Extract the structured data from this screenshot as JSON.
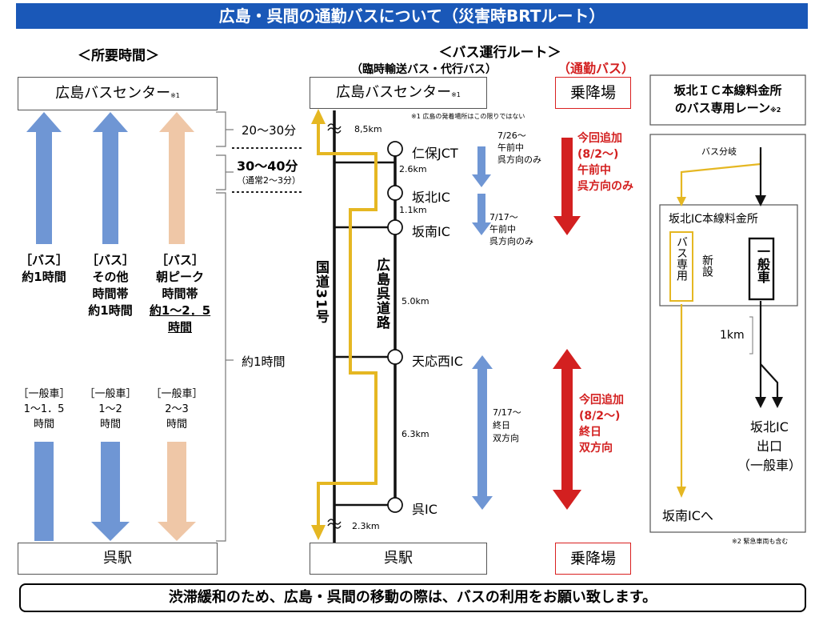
{
  "title": "広島・呉間の通勤バスについて（災害時BRTルート）",
  "left": {
    "heading": "＜所要時間＞",
    "top_station": "広島バスセンター",
    "top_station_note": "※1",
    "bottom_station": "呉駅",
    "bus_labels": [
      {
        "header": "［バス］",
        "lines": [
          "約1時間"
        ]
      },
      {
        "header": "［バス］",
        "lines": [
          "その他",
          "時間帯",
          "約1時間"
        ]
      },
      {
        "header": "［バス］",
        "lines": [
          "朝ピーク",
          "時間帯",
          "約1～2．5",
          "時間"
        ]
      }
    ],
    "car_labels": [
      {
        "header": "［一般車］",
        "lines": [
          "1～1．5",
          "時間"
        ]
      },
      {
        "header": "［一般車］",
        "lines": [
          "1～2",
          "時間"
        ]
      },
      {
        "header": "［一般車］",
        "lines": [
          "2～3",
          "時間"
        ]
      }
    ],
    "arrow_colors": {
      "blue": "#6f96d4",
      "peach": "#efc7a7"
    },
    "time_segments": {
      "seg1": "20～30分",
      "seg2_main": "30～40分",
      "seg2_sub": "（通常2～3分）",
      "seg3": "約1時間"
    }
  },
  "route": {
    "heading": "＜バス運行ルート＞",
    "subheading": "（臨時輸送バス・代行バス）",
    "commute_label": "（通勤バス）",
    "top_station": "広島バスセンター",
    "top_station_note": "※1",
    "footnote1": "※1 広島の発着場所はこの限りではない",
    "bottom_station": "呉駅",
    "stop_label_top": "乗降場",
    "stop_label_bottom": "乗降場",
    "road_national": "国道31号",
    "road_expressway": "広島呉道路",
    "nodes": [
      "仁保JCT",
      "坂北IC",
      "坂南IC",
      "天応西IC",
      "呉IC"
    ],
    "distances": [
      "8,5km",
      "2.6km",
      "1.1km",
      "5.0km",
      "6.3km",
      "2.3km"
    ],
    "blue_notes": [
      {
        "lines": [
          "7/26～",
          "午前中",
          "呉方向のみ"
        ]
      },
      {
        "lines": [
          "7/17～",
          "午前中",
          "呉方向のみ"
        ]
      },
      {
        "lines": [
          "7/17～",
          "終日",
          "双方向"
        ]
      }
    ],
    "red_notes": [
      {
        "lines": [
          "今回追加",
          "(8/2～)",
          "午前中",
          "呉方向のみ"
        ]
      },
      {
        "lines": [
          "今回追加",
          "(8/2～)",
          "終日",
          "双方向"
        ]
      }
    ],
    "colors": {
      "yellow": "#e5b722",
      "red": "#d32020",
      "blue": "#6f96d4"
    }
  },
  "lane": {
    "title_line1": "坂北ＩＣ本線料金所",
    "title_line2": "のバス専用レーン",
    "title_note": "※2",
    "branch": "バス分岐",
    "tollgate": "坂北IC本線料金所",
    "bus_lane": "バス専用",
    "new_label": "新設",
    "general_lane": "一般車",
    "distance": "1km",
    "exit_lines": [
      "坂北IC",
      "出口",
      "（一般車）"
    ],
    "to_sakanami": "坂南ICへ",
    "footnote2": "※2 緊急車両も含む"
  },
  "footer": "渋滞緩和のため、広島・呉間の移動の際は、バスの利用をお願い致します。"
}
